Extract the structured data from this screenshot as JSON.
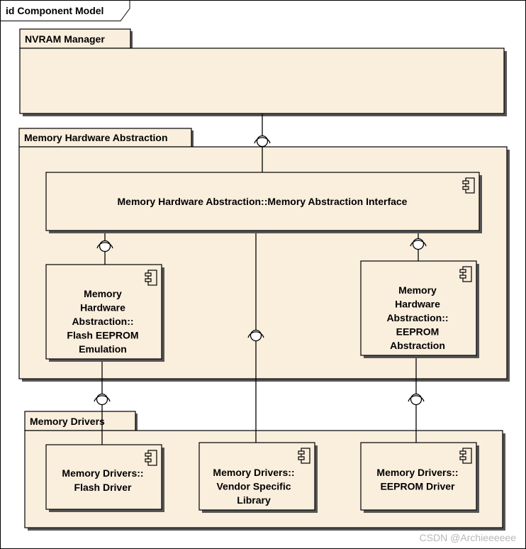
{
  "diagram": {
    "frame_title": "id Component Model",
    "packages": {
      "nvram": {
        "name": "NVRAM Manager"
      },
      "mha": {
        "name": "Memory Hardware Abstraction"
      },
      "md": {
        "name": "Memory Drivers"
      }
    },
    "components": {
      "interface": {
        "lines": [
          "Memory Hardware Abstraction::Memory Abstraction Interface"
        ]
      },
      "flash_emulation": {
        "lines": [
          "Memory",
          "Hardware",
          "Abstraction::",
          "Flash EEPROM",
          "Emulation"
        ]
      },
      "eeprom_abstraction": {
        "lines": [
          "Memory",
          "Hardware",
          "Abstraction::",
          "EEPROM",
          "Abstraction"
        ]
      },
      "flash_driver": {
        "lines": [
          "Memory Drivers::",
          "Flash Driver"
        ]
      },
      "vendor_library": {
        "lines": [
          "Memory Drivers::",
          "Vendor Specific",
          "Library"
        ]
      },
      "eeprom_driver": {
        "lines": [
          "Memory Drivers::",
          "EEPROM Driver"
        ]
      }
    },
    "icons": {
      "component": "component-icon",
      "required_interface": "socket-icon",
      "provided_interface": "lollipop-icon"
    },
    "colors": {
      "fill": "#faeedd",
      "stroke": "#000000",
      "shadow": "#555555"
    }
  },
  "watermark": "CSDN @Archieeeeee"
}
